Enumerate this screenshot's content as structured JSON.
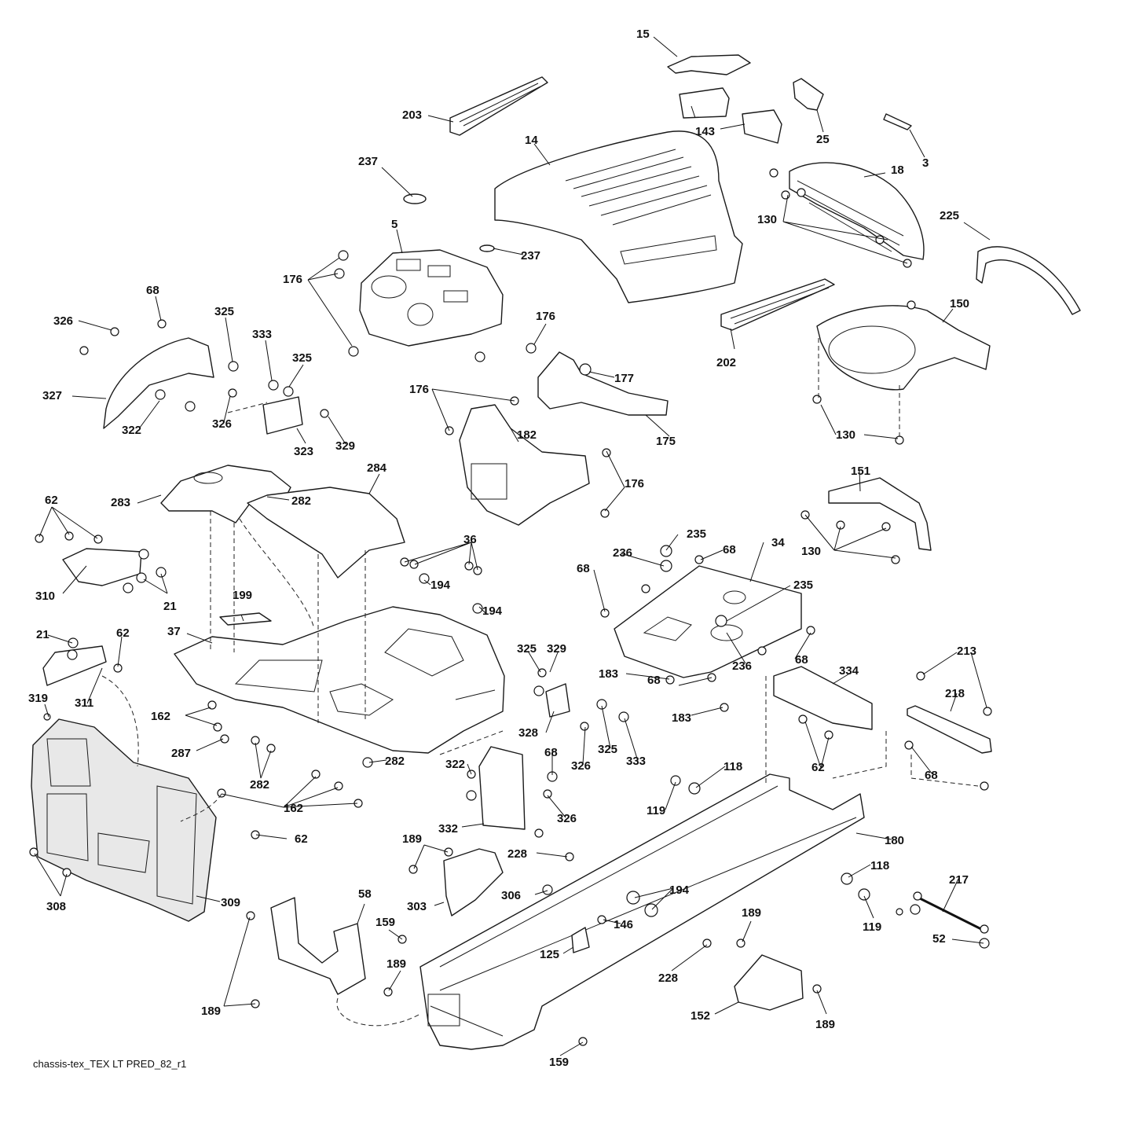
{
  "caption": "chassis-tex_TEX LT PRED_82_r1",
  "colors": {
    "line": "#1a1a1a",
    "background": "#ffffff",
    "shade": "#e8e8e8"
  },
  "callouts": {
    "c15": "15",
    "c203": "203",
    "c143": "143",
    "c25": "25",
    "c3": "3",
    "c14": "14",
    "c237a": "237",
    "c18": "18",
    "c130a": "130",
    "c225": "225",
    "c5": "5",
    "c237b": "237",
    "c176a": "176",
    "c68a": "68",
    "c326a": "326",
    "c325a": "325",
    "c333a": "333",
    "c325b": "325",
    "c176b": "176",
    "c202": "202",
    "c150": "150",
    "c327": "327",
    "c322a": "322",
    "c326b": "326",
    "c323": "323",
    "c329a": "329",
    "c176c": "176",
    "c177": "177",
    "c175": "175",
    "c182": "182",
    "c130b": "130",
    "c62a": "62",
    "c283": "283",
    "c282a": "282",
    "c284": "284",
    "c176d": "176",
    "c151": "151",
    "c310": "310",
    "c21a": "21",
    "c36": "36",
    "c235a": "235",
    "c68b": "68",
    "c34": "34",
    "c130c": "130",
    "c236a": "236",
    "c68c": "68",
    "c194a": "194",
    "c199": "199",
    "c194b": "194",
    "c235b": "235",
    "c21b": "21",
    "c62b": "62",
    "c37": "37",
    "c325c": "325",
    "c329b": "329",
    "c68d": "68",
    "c236b": "236",
    "c183a": "183",
    "c311": "311",
    "c319": "319",
    "c213": "213",
    "c334": "334",
    "c68e": "68",
    "c162a": "162",
    "c183b": "183",
    "c218": "218",
    "c328": "328",
    "c287": "287",
    "c326c": "326",
    "c325d": "325",
    "c333b": "333",
    "c68f": "68",
    "c282b": "282",
    "c282c": "282",
    "c322b": "322",
    "c62c": "62",
    "c118a": "118",
    "c68g": "68",
    "c119a": "119",
    "c162b": "162",
    "c326d": "326",
    "c332": "332",
    "c62d": "62",
    "c180": "180",
    "c189a": "189",
    "c228a": "228",
    "c118b": "118",
    "c217": "217",
    "c194c": "194",
    "c306": "306",
    "c303": "303",
    "c308": "308",
    "c309": "309",
    "c146": "146",
    "c119b": "119",
    "c58": "58",
    "c189b": "189",
    "c52": "52",
    "c159a": "159",
    "c125": "125",
    "c189c": "189",
    "c228b": "228",
    "c189d": "189",
    "c152": "152",
    "c189e": "189",
    "c159b": "159"
  }
}
